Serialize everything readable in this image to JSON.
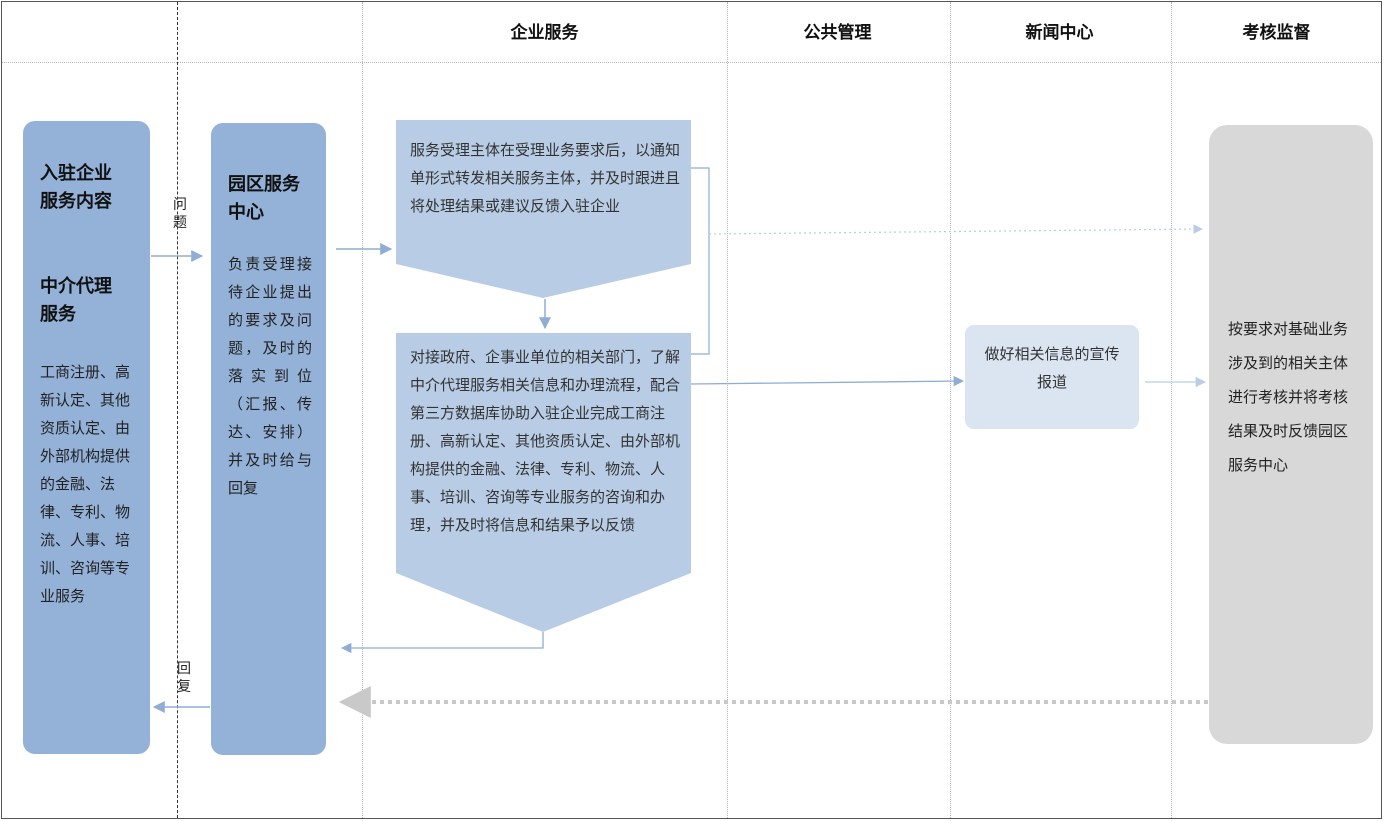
{
  "columns": [
    "企业服务",
    "公共管理",
    "新闻中心",
    "考核监督"
  ],
  "lanes": {
    "enterprise": {
      "title1": "入驻企业服务内容",
      "title2": "中介代理服务",
      "text": "工商注册、高新认定、其他资质认定、由外部机构提供的金融、法律、专利、物流、人事、培训、咨询等专业服务"
    },
    "center": {
      "title": "园区服务中心",
      "text": "负责受理接待企业提出的要求及问题，及时的落实到位（汇报、传达、安排）并及时给与回复"
    },
    "supervision": {
      "text": "按要求对基础业务涉及到的相关主体进行考核并将考核结果及时反馈园区服务中心"
    }
  },
  "labels": {
    "question": "问题",
    "reply": "回复"
  },
  "tasks": {
    "forward": "服务受理主体在受理业务要求后，以通知单形式转发相关服务主体，并及时跟进且将处理结果或建议反馈入驻企业",
    "intermediary": "对接政府、企事业单位的相关部门，了解中介代理服务相关信息和办理流程，配合第三方数据库协助入驻企业完成工商注册、高新认定、其他资质认定、由外部机构提供的金融、法律、专利、物流、人事、培训、咨询等专业服务的咨询和办理，并及时将信息和结果予以反馈",
    "news": "做好相关信息的宣传报道"
  },
  "colors": {
    "lane_blue": "#94b1d7",
    "task_blue": "#b8cde5",
    "news_box": "#dbe5f2",
    "supervision_grey": "#d8d8d8",
    "arrow": "#8eaed6"
  }
}
